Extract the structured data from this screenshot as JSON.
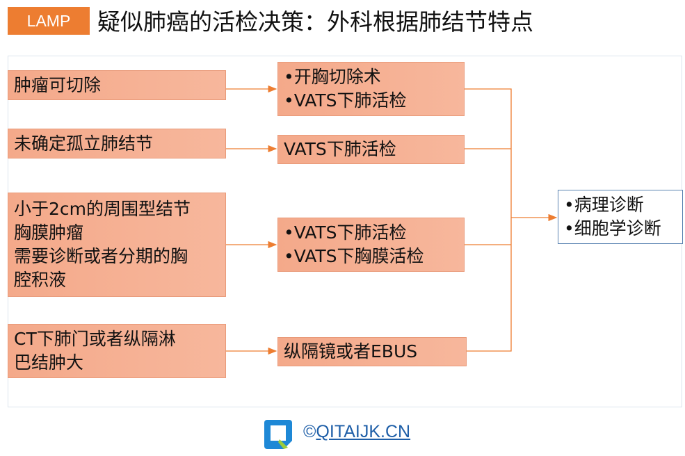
{
  "header": {
    "tag": "LAMP",
    "title": "疑似肺癌的活检决策：外科根据肺结节特点"
  },
  "conditions": [
    {
      "lines": [
        "肿瘤可切除"
      ]
    },
    {
      "lines": [
        "未确定孤立肺结节"
      ]
    },
    {
      "lines": [
        "小于2cm的周围型结节",
        "胸膜肿瘤",
        "需要诊断或者分期的胸",
        "腔积液"
      ]
    },
    {
      "lines": [
        "CT下肺门或者纵隔淋",
        "巴结肿大"
      ]
    }
  ],
  "procedures": [
    {
      "lines": [
        "•开胸切除术",
        "•VATS下肺活检"
      ]
    },
    {
      "lines": [
        "VATS下肺活检"
      ]
    },
    {
      "lines": [
        "•VATS下肺活检",
        "•VATS下胸膜活检"
      ]
    },
    {
      "lines": [
        "纵隔镜或者EBUS"
      ]
    }
  ],
  "result": {
    "lines": [
      "•病理诊断",
      "•细胞学诊断"
    ]
  },
  "footer": {
    "copyright": "©",
    "site": "QITAIJK.CN"
  },
  "colors": {
    "accent": "#ed7d31",
    "box_fill": "#f7b79c",
    "arrow": "#ed7d31",
    "result_border": "#5a83b1",
    "link": "#1f5fa8"
  }
}
